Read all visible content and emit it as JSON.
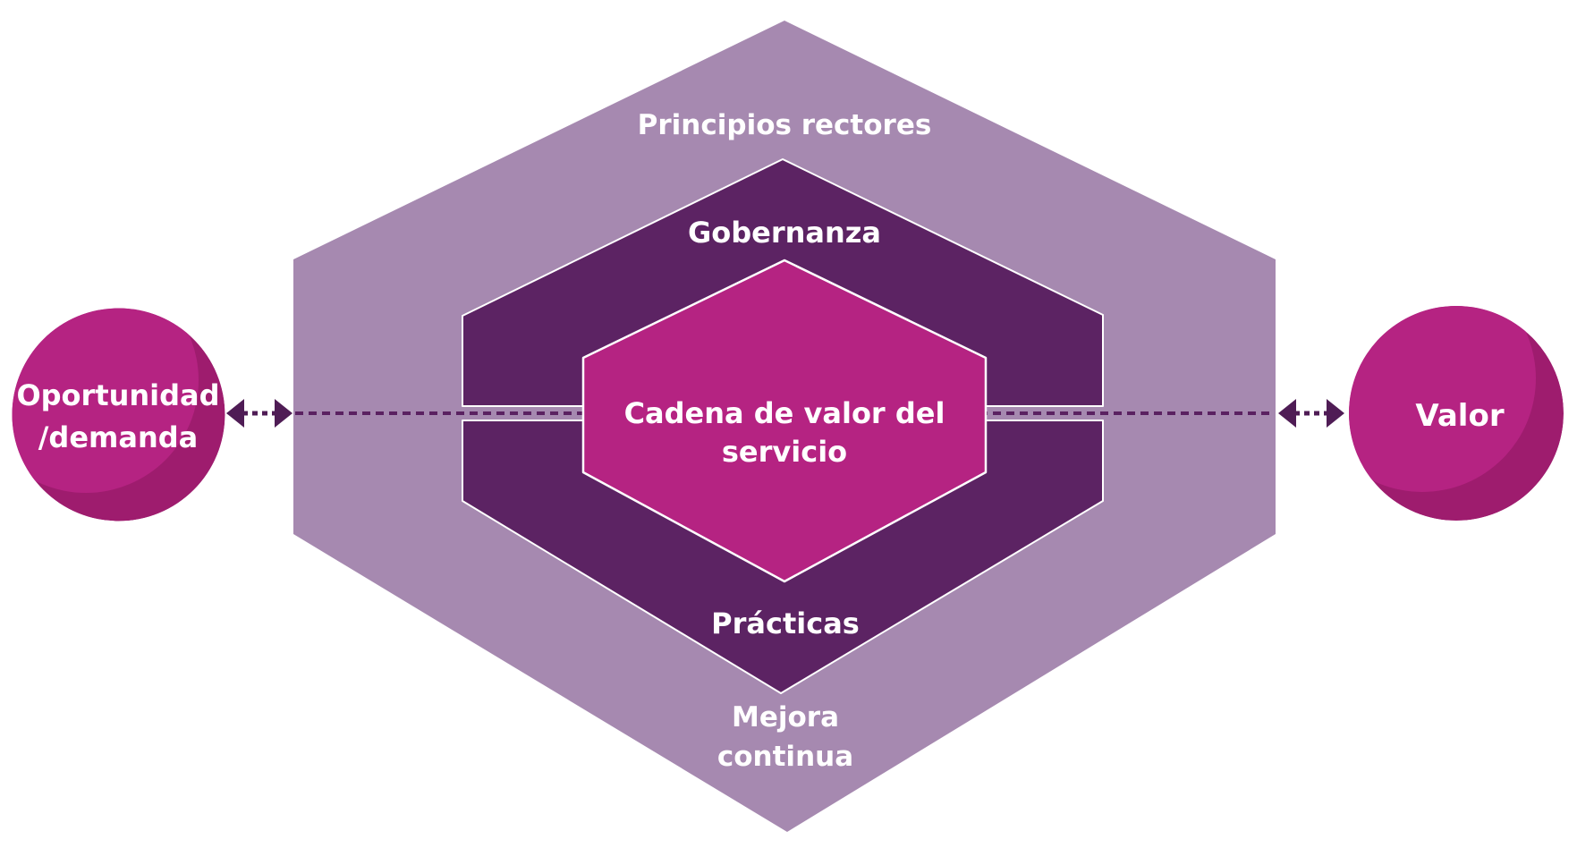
{
  "diagram": {
    "type": "itil-service-value-system",
    "labels": {
      "guiding_principles": "Principios rectores",
      "governance": "Gobernanza",
      "service_value_chain_line1": "Cadena de valor del",
      "service_value_chain_line2": "servicio",
      "practices": "Prácticas",
      "continual_improvement_line1": "Mejora",
      "continual_improvement_line2": "continua",
      "opportunity_demand_line1": "Oportunidad",
      "opportunity_demand_line2": "/demanda",
      "value": "Valor"
    },
    "colors": {
      "background": "#ffffff",
      "outer_hexagon": "#a689b0",
      "middle_hexagon": "#5c2363",
      "inner_hexagon": "#b52382",
      "circle_fill": "#b52382",
      "circle_shadow": "#9e1c6e",
      "arrow": "#4f1c55",
      "dashed_line": "#5a2161",
      "label_text": "#ffffff"
    }
  }
}
